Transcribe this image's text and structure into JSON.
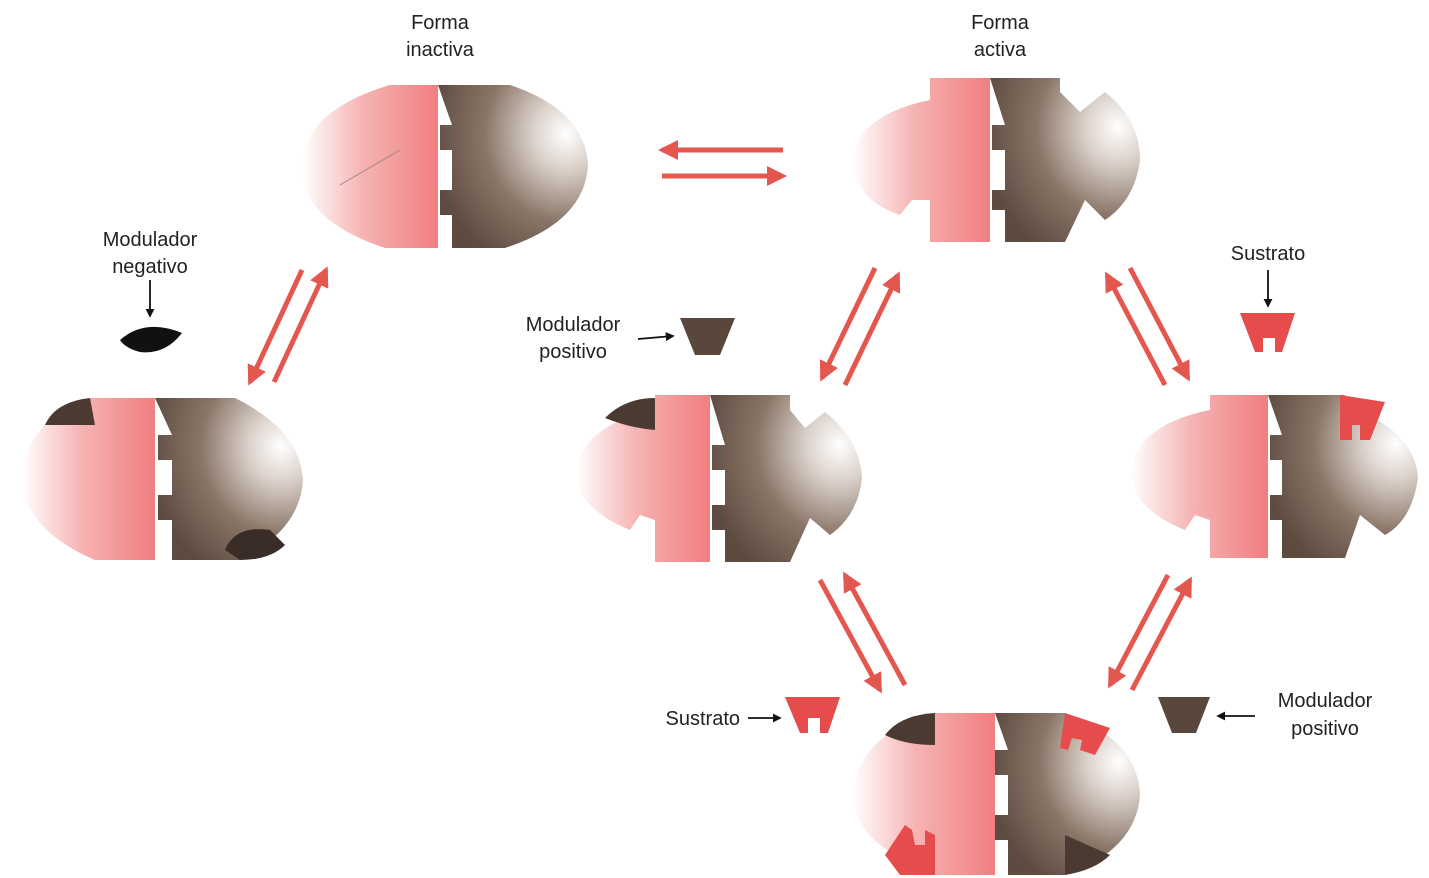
{
  "labels": {
    "inactive_form_line1": "Forma",
    "inactive_form_line2": "inactiva",
    "active_form_line1": "Forma",
    "active_form_line2": "activa",
    "negative_modulator_line1": "Modulador",
    "negative_modulator_line2": "negativo",
    "positive_modulator_mid_line1": "Modulador",
    "positive_modulator_mid_line2": "positivo",
    "substrate_right": "Sustrato",
    "substrate_bottom": "Sustrato",
    "positive_modulator_bottom_line1": "Modulador",
    "positive_modulator_bottom_line2": "positivo"
  },
  "colors": {
    "pink_subunit": "#f07e80",
    "brown_subunit": "#6e5a4e",
    "substrate": "#e64c4c",
    "positive_modulator": "#5a473c",
    "negative_modulator": "#111111",
    "arrow": "#e4574f"
  }
}
